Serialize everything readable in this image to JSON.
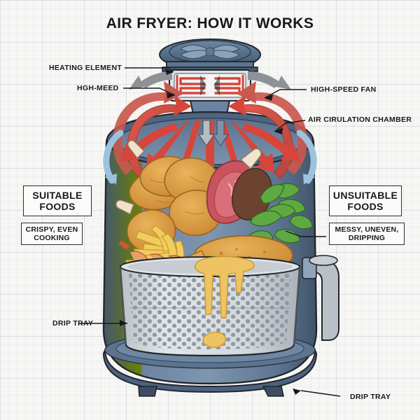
{
  "header": {
    "title": "AIR FRYER: HOW IT WORKS"
  },
  "callouts": {
    "heating_element": "HEATING ELEMENT",
    "high_speed_fan": "HIGH-SPEED FAN",
    "air_circulation_chamber": "AIR CIRULATION CHAMBER",
    "hgh_meed": "HGH-MEED",
    "drip_tray_left": "DRIP TRAY",
    "drip_tray_bottom": "DRIP TRAY"
  },
  "panels": {
    "suitable": {
      "title": "SUITABLE FOODS",
      "note": "CRISPY, EVEN COOKING"
    },
    "unsuitable": {
      "title": "UNSUITABLE FOODS",
      "note": "MESSY, UNEVEN, DRIPPING"
    }
  },
  "colors": {
    "body_blue": "#5e7795",
    "body_blue_dark": "#47596f",
    "body_blue_light": "#7e95ae",
    "heat_red": "#d8453a",
    "heat_red_soft": "#c9584e",
    "cool_blue": "#9cc3dd",
    "grey_arrow": "#8e9296",
    "basket_grey": "#cdd2d6",
    "chicken": "#d99a3c",
    "fries": "#f2cc5e",
    "meat_red": "#c9545e",
    "meat_dark": "#6b4330",
    "spinach": "#5fa943",
    "cheese": "#eec363",
    "shrimp": "#e08a4c",
    "outline": "#23272b",
    "text": "#17191c"
  },
  "diagram": {
    "type": "cutaway-illustration",
    "subject": "air fryer",
    "parts": [
      "fan housing with fan blades",
      "red coiled heating element",
      "air circulation chamber",
      "perforated cooking basket",
      "drip tray base",
      "side handle"
    ],
    "airflow": {
      "hot_air_arrows": "red",
      "intake_arrows": "cool blue",
      "return_arrows": "grey"
    },
    "foods_suitable": [
      "fried chicken",
      "french fries",
      "shrimp",
      "breaded fish"
    ],
    "foods_unsuitable": [
      "raw steak",
      "spinach leaves",
      "melting cheese"
    ]
  }
}
